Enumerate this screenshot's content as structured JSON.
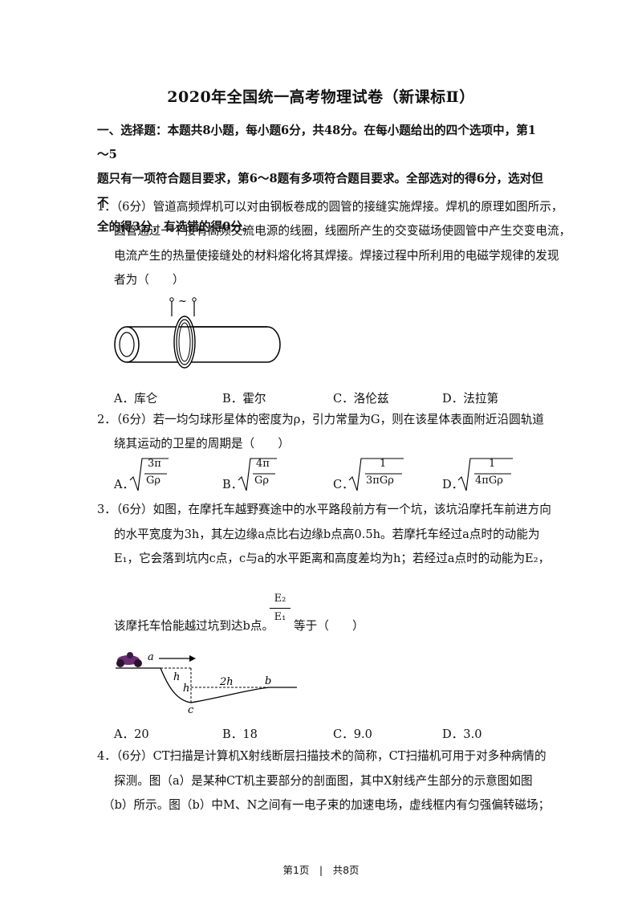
{
  "title": "2020年全国统一高考物理试卷（新课标Ⅱ）",
  "section": {
    "lines": [
      "一、选择题：本题共8小题，每小题6分，共48分。在每小题给出的四个选项中，第1～5",
      "题只有一项符合题目要求，第6～8题有多项符合题目要求。全部选对的得6分，选对但不",
      "全的得3分，有选错的得0分。"
    ]
  },
  "q1": {
    "lines": [
      "1．（6分）管道高频焊机可以对由钢板卷成的圆管的接缝实施焊接。焊机的原理如图所示，",
      "圆管通过一个接有高频交流电源的线圈，线圈所产生的交变磁场使圆管中产生交变电流，",
      "电流产生的热量使接缝处的材料熔化将其焊接。焊接过程中所利用的电磁学规律的发现",
      "者为（　　）"
    ],
    "figure_symbol": "~",
    "options": [
      "A．库仑",
      "B．霍尔",
      "C．洛伦兹",
      "D．法拉第"
    ]
  },
  "q2": {
    "lines": [
      "2．（6分）若一均匀球形星体的密度为ρ，引力常量为G，则在该星体表面附近沿圆轨道",
      "绕其运动的卫星的周期是（　　）"
    ],
    "options": [
      {
        "letter": "A．",
        "num": "3π",
        "den": "Gρ"
      },
      {
        "letter": "B．",
        "num": "4π",
        "den": "Gρ"
      },
      {
        "letter": "C．",
        "num": "1",
        "den": "3πGρ"
      },
      {
        "letter": "D．",
        "num": "1",
        "den": "4πGρ"
      }
    ]
  },
  "q3": {
    "lines": [
      "3．（6分）如图，在摩托车越野赛途中的水平路段前方有一个坑，该坑沿摩托车前进方向",
      "的水平宽度为3h，其左边缘a点比右边缘b点高0.5h。若摩托车经过a点时的动能为",
      "E₁，它会落到坑内c点，c与a的水平距离和高度差均为h；若经过a点时的动能为E₂，"
    ],
    "tail_before": "该摩托车恰能越过坑到达b点。",
    "frac_num": "E₂",
    "frac_den": "E₁",
    "tail_after": "等于（　　）",
    "figure_labels": {
      "a": "a",
      "h1": "h",
      "h2": "h",
      "w": "2h",
      "b": "b",
      "c": "c"
    },
    "options": [
      "A．20",
      "B．18",
      "C．9.0",
      "D．3.0"
    ]
  },
  "q4": {
    "lines": [
      "4．（6分）CT扫描是计算机X射线断层扫描技术的简称，CT扫描机可用于对多种病情的",
      "探测。图（a）是某种CT机主要部分的剖面图，其中X射线产生部分的示意图如图",
      "（b）所示。图（b）中M、N之间有一电子束的加速电场，虚线框内有匀强偏转磁场；"
    ]
  },
  "footer": "第1页　|　共8页"
}
